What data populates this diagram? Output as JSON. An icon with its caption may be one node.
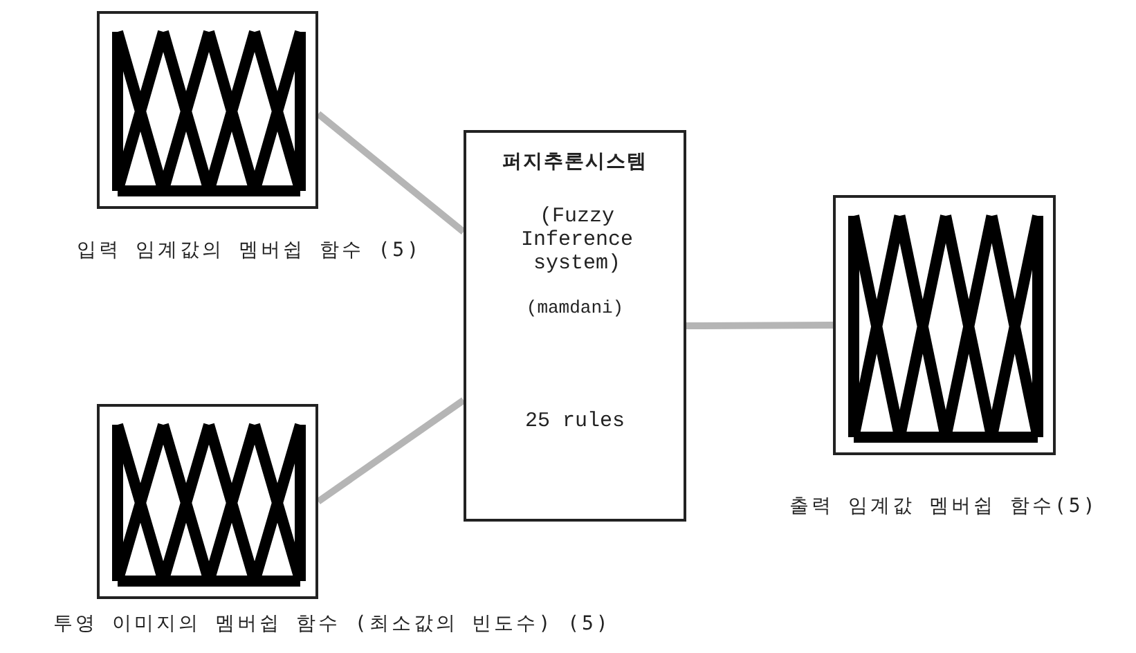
{
  "diagram": {
    "nodes": [
      {
        "text": [],
        "shape": "picture",
        "beside": [
          "입력 임계값의 멤버쉽 함수 (5)"
        ]
      },
      {
        "text": [],
        "shape": "picture",
        "beside": [
          "투영 이미지의 멤버쉽 함수 (최소값의 빈도수) (5)"
        ]
      },
      {
        "text": [
          "퍼지추론시스템",
          "(Fuzzy Inference system)",
          "(mamdani)",
          "25 rules"
        ]
      },
      {
        "text": [],
        "shape": "picture",
        "beside": [
          "출력 임계값 멤버쉽 함수(5)"
        ]
      }
    ],
    "edges": [
      {
        "from": 0,
        "to": 2,
        "arrow": "none"
      },
      {
        "from": 1,
        "to": 2,
        "arrow": "none"
      },
      {
        "from": 2,
        "to": 3,
        "arrow": "none"
      }
    ]
  }
}
